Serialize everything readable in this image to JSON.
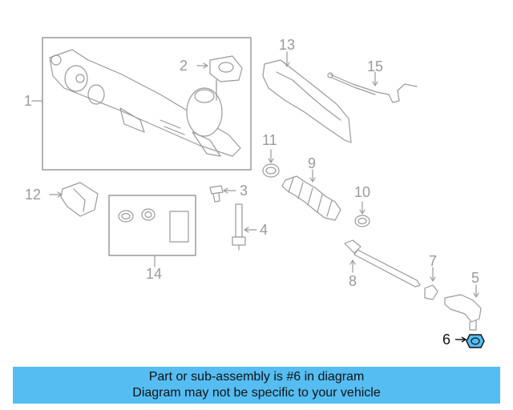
{
  "callouts": {
    "c1": "1",
    "c2": "2",
    "c3": "3",
    "c4": "4",
    "c5": "5",
    "c6": "6",
    "c7": "7",
    "c8": "8",
    "c9": "9",
    "c10": "10",
    "c11": "11",
    "c12": "12",
    "c13": "13",
    "c14": "14",
    "c15": "15"
  },
  "highlight_part": "6",
  "highlight_color": "#55bdf2",
  "banner": {
    "line1": "Part or sub-assembly is #6 in diagram",
    "line2": "Diagram may not be specific to your vehicle"
  }
}
